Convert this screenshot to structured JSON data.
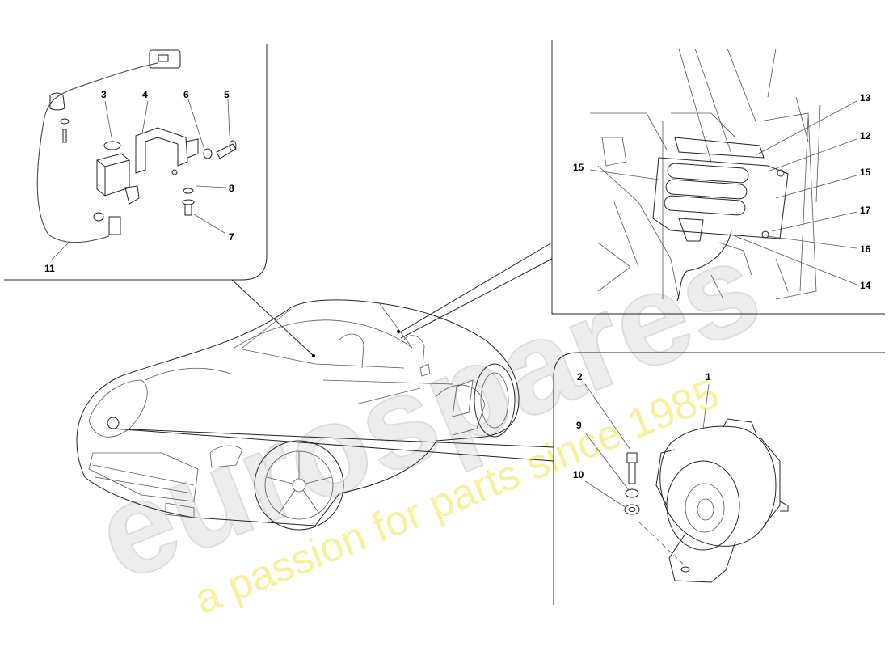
{
  "watermark": {
    "brand": "eurospares",
    "tagline": "a passion for parts since 1985"
  },
  "callouts": [
    {
      "id": "c1",
      "text": "1"
    },
    {
      "id": "c2",
      "text": "2"
    },
    {
      "id": "c3",
      "text": "3"
    },
    {
      "id": "c4",
      "text": "4"
    },
    {
      "id": "c5",
      "text": "5"
    },
    {
      "id": "c6",
      "text": "6"
    },
    {
      "id": "c7",
      "text": "7"
    },
    {
      "id": "c8",
      "text": "8"
    },
    {
      "id": "c9",
      "text": "9"
    },
    {
      "id": "c10",
      "text": "10"
    },
    {
      "id": "c11",
      "text": "11"
    },
    {
      "id": "c12",
      "text": "12"
    },
    {
      "id": "c13",
      "text": "13"
    },
    {
      "id": "c14",
      "text": "14"
    },
    {
      "id": "c15a",
      "text": "15"
    },
    {
      "id": "c15b",
      "text": "15"
    },
    {
      "id": "c16",
      "text": "16"
    },
    {
      "id": "c17",
      "text": "17"
    }
  ]
}
